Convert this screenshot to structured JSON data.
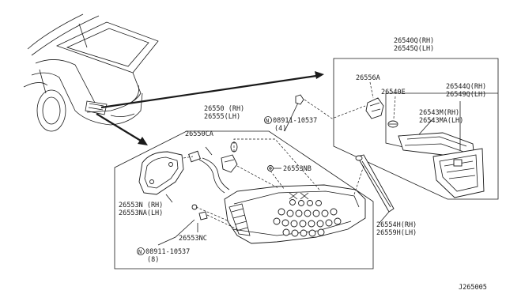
{
  "diagram_id": "J265005",
  "labels": {
    "p26540Q": "26540Q(RH)",
    "p26545Q": "26545Q(LH)",
    "p26556A": "26556A",
    "p26540E": "26540E",
    "p26544Q": "26544Q(RH)",
    "p26549Q": "26549Q(LH)",
    "p26543M": "26543M(RH)",
    "p26543MA": "26543MA(LH)",
    "p26550": "26550 (RH)",
    "p26555": "26555(LH)",
    "p26550CA": "26550CA",
    "bolt_top": "08911-10537",
    "bolt_top_qty": "(4)",
    "p26553NB": "26553NB",
    "p26553N": "26553N (RH)",
    "p26553NA": "26553NA(LH)",
    "p26553NC": "26553NC",
    "bolt_bottom": "08911-10537",
    "bolt_bottom_qty": "(8)",
    "p26554H": "26554H(RH)",
    "p26559H": "26559H(LH)",
    "n_symbol": "N"
  }
}
